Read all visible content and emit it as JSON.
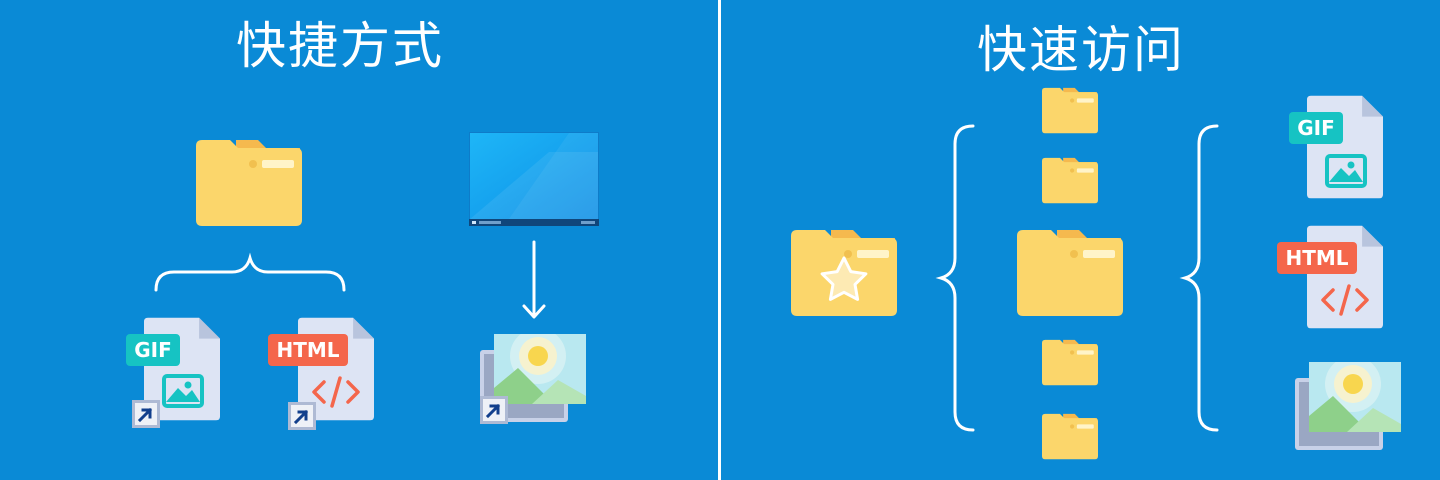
{
  "left_panel": {
    "title": "快捷方式",
    "files": [
      {
        "badge": "GIF",
        "badge_color": "#16c3c3",
        "icon": "gif-image-file-icon",
        "has_shortcut_arrow": true
      },
      {
        "badge": "HTML",
        "badge_color": "#f4664b",
        "icon": "html-code-file-icon",
        "has_shortcut_arrow": true
      }
    ],
    "desktop_icon": "desktop-screen-icon",
    "picture_icon": "picture-gallery-icon"
  },
  "right_panel": {
    "title": "快速访问",
    "favorite_folder_icon": "starred-folder-icon",
    "files": [
      {
        "badge": "GIF",
        "badge_color": "#16c3c3",
        "icon": "gif-image-file-icon"
      },
      {
        "badge": "HTML",
        "badge_color": "#f4664b",
        "icon": "html-code-file-icon"
      }
    ],
    "picture_icon": "picture-gallery-icon"
  },
  "colors": {
    "background": "#0a8ad6",
    "folder": "#fbd66b",
    "folder_tab": "#f5b94e",
    "document": "#dde4f4",
    "gif_badge": "#16c3c3",
    "html_badge": "#f4664b"
  }
}
